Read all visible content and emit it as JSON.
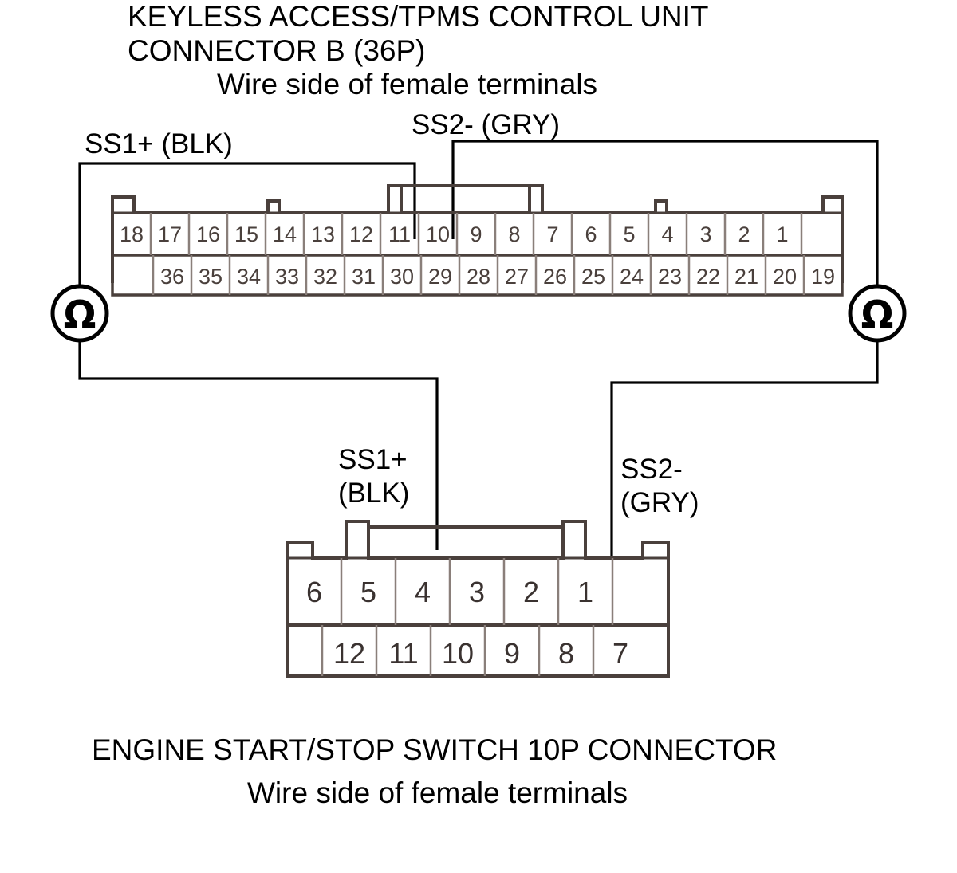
{
  "diagram": {
    "type": "automotive-connector-continuity-test",
    "top_connector": {
      "title_line1": "KEYLESS ACCESS/TPMS CONTROL UNIT",
      "title_line2": "CONNECTOR B (36P)",
      "subtitle": "Wire side of female terminals",
      "pin_count": "36P",
      "top_row_pins": [
        "18",
        "17",
        "16",
        "15",
        "14",
        "13",
        "12",
        "11",
        "10",
        "9",
        "8",
        "7",
        "6",
        "5",
        "4",
        "3",
        "2",
        "1"
      ],
      "bottom_row_pins": [
        "36",
        "35",
        "34",
        "33",
        "32",
        "31",
        "30",
        "29",
        "28",
        "27",
        "26",
        "25",
        "24",
        "23",
        "22",
        "21",
        "20",
        "19"
      ]
    },
    "bottom_connector": {
      "title": "ENGINE START/STOP SWITCH 10P CONNECTOR",
      "subtitle": "Wire side of female terminals",
      "pin_count": "10P",
      "top_row_pins": [
        "6",
        "5",
        "4",
        "3",
        "2",
        "1"
      ],
      "bottom_row_pins": [
        "12",
        "11",
        "10",
        "9",
        "8",
        "7"
      ]
    },
    "wire_labels": {
      "ss1_top": "SS1+ (BLK)",
      "ss2_top": "SS2- (GRY)",
      "ss1_bottom_line1": "SS1+",
      "ss1_bottom_line2": "(BLK)",
      "ss2_bottom_line1": "SS2-",
      "ss2_bottom_line2": "(GRY)"
    },
    "meters": {
      "left_symbol": "Ω",
      "right_symbol": "Ω",
      "left_name": "ohmmeter-left",
      "right_name": "ohmmeter-right"
    },
    "colors": {
      "wire": "#000000",
      "shell": "#4a403c",
      "cell_divider": "#8a7f7a",
      "pin_number": "#4a403c",
      "background": "#ffffff"
    }
  }
}
